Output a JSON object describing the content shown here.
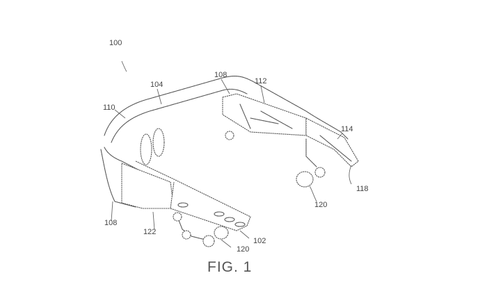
{
  "figure": {
    "title": "FIG. 1",
    "reference_numerals": {
      "device": "100",
      "frame_bridge": "104",
      "sensor_right": "108",
      "electronics_housing": "112",
      "frame_edge": "110",
      "temple_arm_right": "114",
      "arm_tip": "118",
      "earpiece_right": "120",
      "sensor_left": "108",
      "lens_housing": "122",
      "temple_arm_left": "102",
      "earpiece_left": "120"
    }
  }
}
